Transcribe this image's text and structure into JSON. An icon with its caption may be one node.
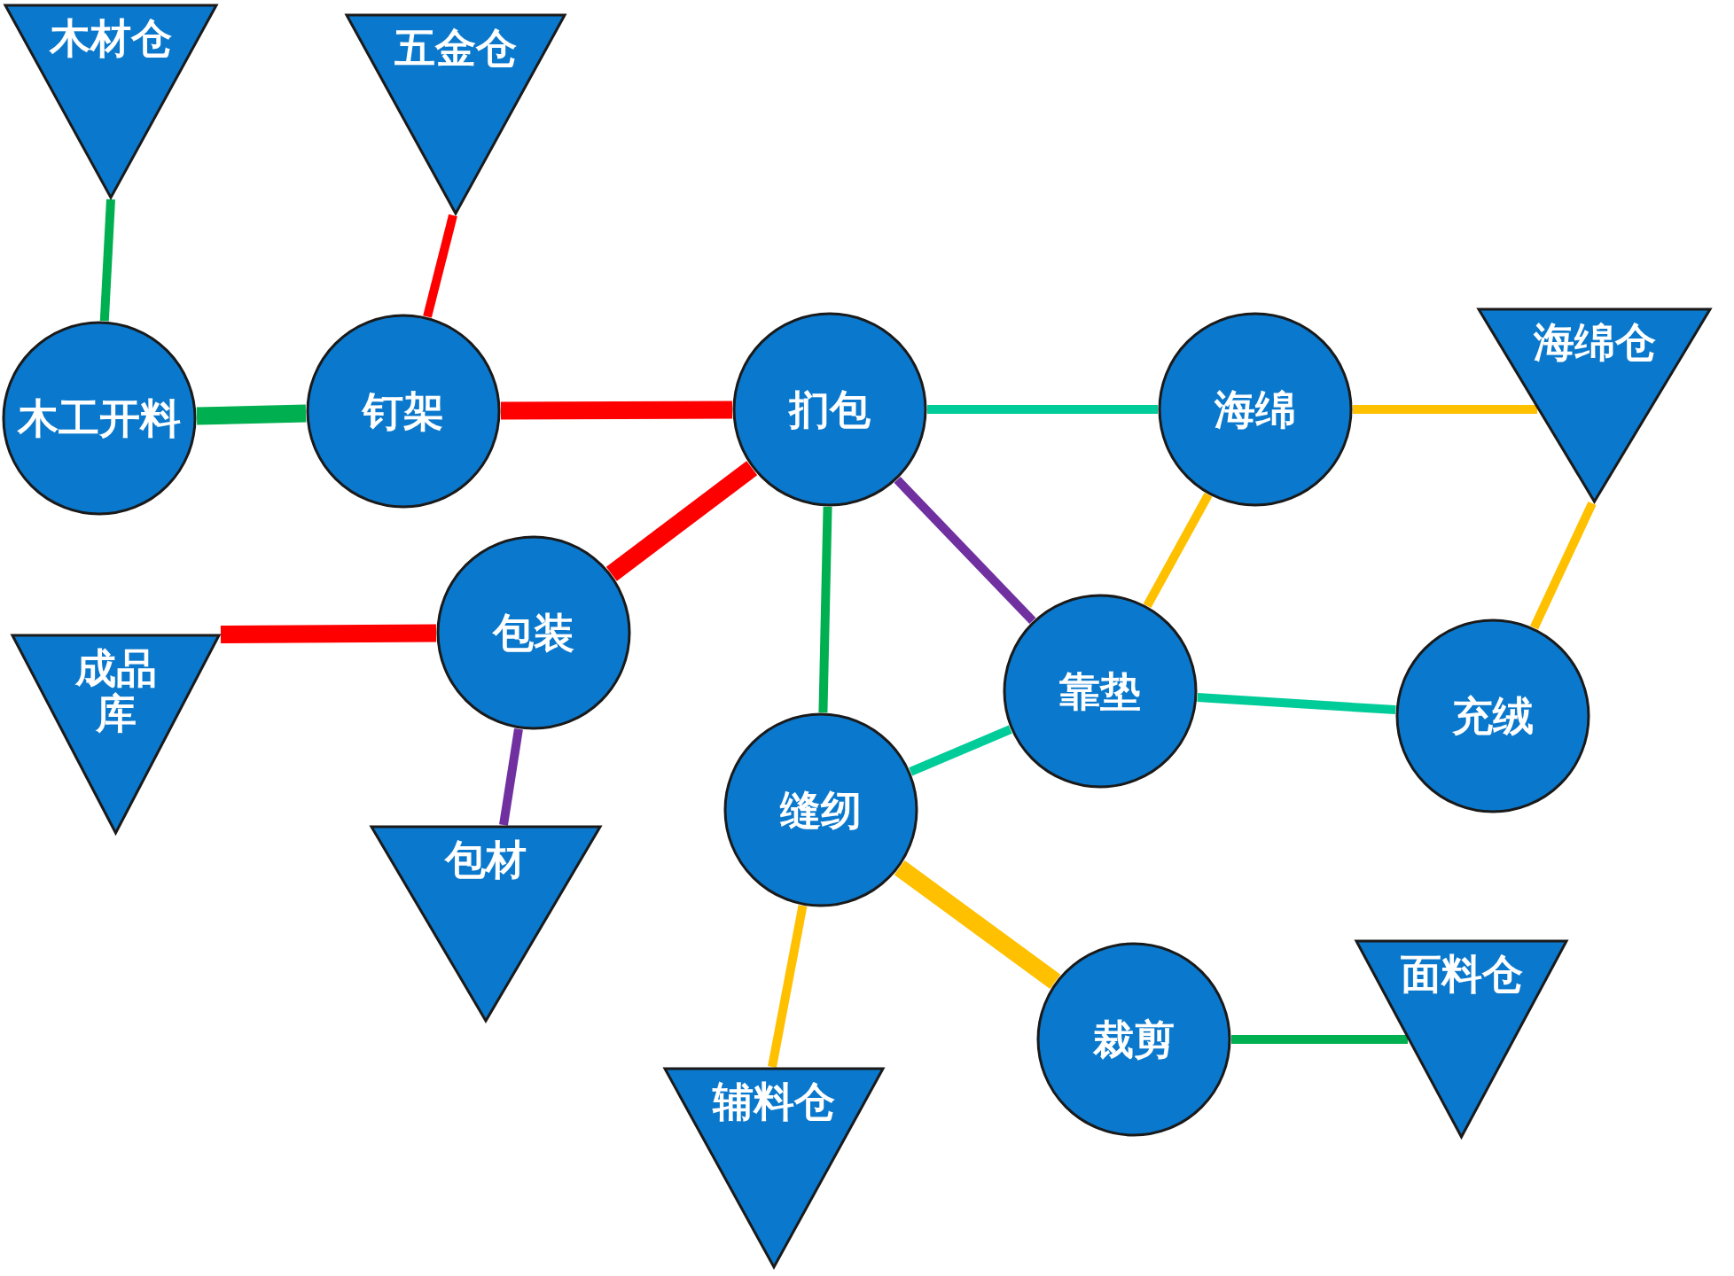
{
  "diagram": {
    "nodes": [
      {
        "text": [
          "木材仓"
        ]
      },
      {
        "text": [
          "五金仓"
        ]
      },
      {
        "text": [
          "木工开料"
        ]
      },
      {
        "text": [
          "钉架"
        ]
      },
      {
        "text": [
          "扪包"
        ]
      },
      {
        "text": [
          "海绵"
        ]
      },
      {
        "text": [
          "海绵仓"
        ]
      },
      {
        "text": [
          "包装"
        ]
      },
      {
        "text": [
          "成品库"
        ]
      },
      {
        "text": [
          "靠垫"
        ]
      },
      {
        "text": [
          "充绒"
        ]
      },
      {
        "text": [
          "缝纫"
        ]
      },
      {
        "text": [
          "包材"
        ]
      },
      {
        "text": [
          "裁剪"
        ]
      },
      {
        "text": [
          "面料仓"
        ]
      },
      {
        "text": [
          "辅料仓"
        ]
      }
    ],
    "edges": [
      {
        "from": 0,
        "to": 2,
        "arrow": "none",
        "color": "#00b050"
      },
      {
        "from": 1,
        "to": 3,
        "arrow": "none",
        "color": "#ff0000"
      },
      {
        "from": 2,
        "to": 3,
        "arrow": "none",
        "color": "#00b050",
        "style": "thick"
      },
      {
        "from": 3,
        "to": 4,
        "arrow": "none",
        "color": "#ff0000",
        "style": "thick"
      },
      {
        "from": 4,
        "to": 5,
        "arrow": "none",
        "color": "#00cc99"
      },
      {
        "from": 5,
        "to": 6,
        "arrow": "none"
      },
      {
        "from": 4,
        "to": 7,
        "arrow": "none",
        "color": "#ff0000",
        "style": "thick"
      },
      {
        "from": 7,
        "to": 8,
        "arrow": "none",
        "color": "#ff0000",
        "style": "thick"
      },
      {
        "from": 4,
        "to": 11,
        "arrow": "none",
        "color": "#00b050"
      },
      {
        "from": 4,
        "to": 9,
        "arrow": "none",
        "color": "#7030a0"
      },
      {
        "from": 5,
        "to": 9,
        "arrow": "none"
      },
      {
        "from": 6,
        "to": 10,
        "arrow": "none"
      },
      {
        "from": 9,
        "to": 10,
        "arrow": "none",
        "color": "#00cc99"
      },
      {
        "from": 9,
        "to": 11,
        "arrow": "none",
        "color": "#00cc99"
      },
      {
        "from": 7,
        "to": 12,
        "arrow": "none",
        "color": "#7030a0"
      },
      {
        "from": 11,
        "to": 13,
        "arrow": "none",
        "style": "thick"
      },
      {
        "from": 13,
        "to": 14,
        "arrow": "none",
        "color": "#00b050"
      },
      {
        "from": 11,
        "to": 15,
        "arrow": "none"
      }
    ]
  }
}
